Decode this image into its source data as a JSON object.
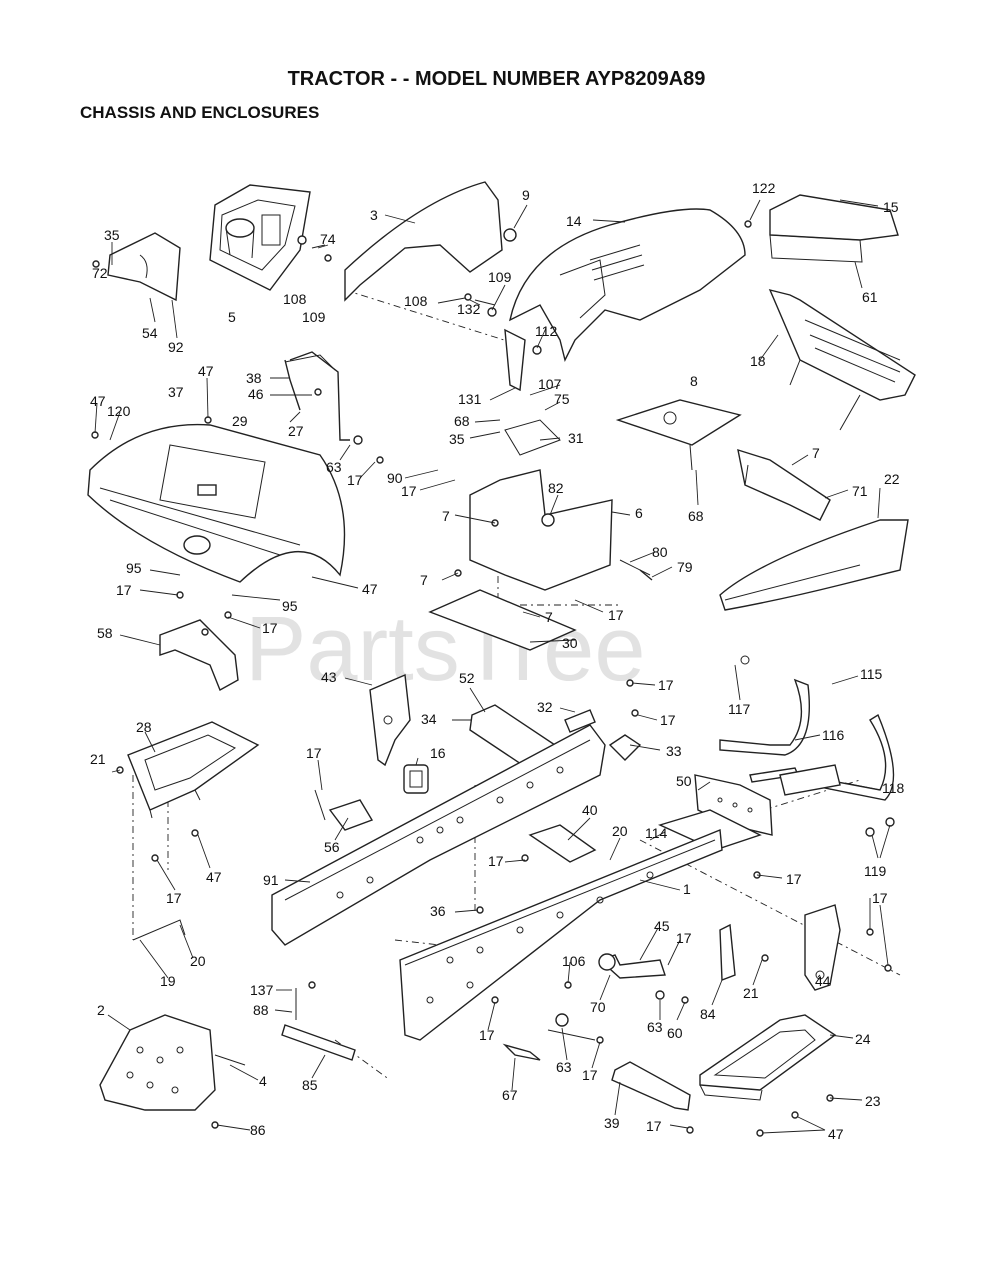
{
  "header": {
    "title": "TRACTOR - - MODEL NUMBER AYP8209A89",
    "subtitle": "CHASSIS AND ENCLOSURES"
  },
  "watermark": "PartsTree",
  "callouts": [
    {
      "id": "c9",
      "text": "9"
    },
    {
      "id": "c3",
      "text": "3"
    },
    {
      "id": "c14",
      "text": "14"
    },
    {
      "id": "c122",
      "text": "122"
    },
    {
      "id": "c15",
      "text": "15"
    },
    {
      "id": "c35a",
      "text": "35"
    },
    {
      "id": "c74",
      "text": "74"
    },
    {
      "id": "c72",
      "text": "72"
    },
    {
      "id": "c108a",
      "text": "108"
    },
    {
      "id": "c109a",
      "text": "109"
    },
    {
      "id": "c54",
      "text": "54"
    },
    {
      "id": "c5",
      "text": "5"
    },
    {
      "id": "c92",
      "text": "92"
    },
    {
      "id": "c109b",
      "text": "109"
    },
    {
      "id": "c108b",
      "text": "108"
    },
    {
      "id": "c132",
      "text": "132"
    },
    {
      "id": "c61",
      "text": "61"
    },
    {
      "id": "c112",
      "text": "112"
    },
    {
      "id": "c18",
      "text": "18"
    },
    {
      "id": "c47a",
      "text": "47"
    },
    {
      "id": "c38",
      "text": "38"
    },
    {
      "id": "c107",
      "text": "107"
    },
    {
      "id": "c131",
      "text": "131"
    },
    {
      "id": "c8",
      "text": "8"
    },
    {
      "id": "c37",
      "text": "37"
    },
    {
      "id": "c46",
      "text": "46"
    },
    {
      "id": "c75",
      "text": "75"
    },
    {
      "id": "c47b",
      "text": "47"
    },
    {
      "id": "c120",
      "text": "120"
    },
    {
      "id": "c29",
      "text": "29"
    },
    {
      "id": "c27",
      "text": "27"
    },
    {
      "id": "c68a",
      "text": "68"
    },
    {
      "id": "c35b",
      "text": "35"
    },
    {
      "id": "c31",
      "text": "31"
    },
    {
      "id": "c7a",
      "text": "7"
    },
    {
      "id": "c63a",
      "text": "63"
    },
    {
      "id": "c17a",
      "text": "17"
    },
    {
      "id": "c90",
      "text": "90"
    },
    {
      "id": "c17b",
      "text": "17"
    },
    {
      "id": "c22",
      "text": "22"
    },
    {
      "id": "c82",
      "text": "82"
    },
    {
      "id": "c71",
      "text": "71"
    },
    {
      "id": "c7b",
      "text": "7"
    },
    {
      "id": "c6",
      "text": "6"
    },
    {
      "id": "c68b",
      "text": "68"
    },
    {
      "id": "c80",
      "text": "80"
    },
    {
      "id": "c79",
      "text": "79"
    },
    {
      "id": "c95a",
      "text": "95"
    },
    {
      "id": "c7c",
      "text": "7"
    },
    {
      "id": "c47c",
      "text": "47"
    },
    {
      "id": "c17c",
      "text": "17"
    },
    {
      "id": "c95b",
      "text": "95"
    },
    {
      "id": "c17d",
      "text": "17"
    },
    {
      "id": "c7d",
      "text": "7"
    },
    {
      "id": "c17e",
      "text": "17"
    },
    {
      "id": "c30",
      "text": "30"
    },
    {
      "id": "c58",
      "text": "58"
    },
    {
      "id": "c115",
      "text": "115"
    },
    {
      "id": "c43",
      "text": "43"
    },
    {
      "id": "c52",
      "text": "52"
    },
    {
      "id": "c17f",
      "text": "17"
    },
    {
      "id": "c117",
      "text": "117"
    },
    {
      "id": "c32",
      "text": "32"
    },
    {
      "id": "c34",
      "text": "34"
    },
    {
      "id": "c17g",
      "text": "17"
    },
    {
      "id": "c28",
      "text": "28"
    },
    {
      "id": "c116",
      "text": "116"
    },
    {
      "id": "c33",
      "text": "33"
    },
    {
      "id": "c21a",
      "text": "21"
    },
    {
      "id": "c17h",
      "text": "17"
    },
    {
      "id": "c16",
      "text": "16"
    },
    {
      "id": "c50",
      "text": "50"
    },
    {
      "id": "c118",
      "text": "118"
    },
    {
      "id": "c40",
      "text": "40"
    },
    {
      "id": "c114",
      "text": "114"
    },
    {
      "id": "c20a",
      "text": "20"
    },
    {
      "id": "c56",
      "text": "56"
    },
    {
      "id": "c47d",
      "text": "47"
    },
    {
      "id": "c119",
      "text": "119"
    },
    {
      "id": "c17i",
      "text": "17"
    },
    {
      "id": "c17j",
      "text": "17"
    },
    {
      "id": "c91",
      "text": "91"
    },
    {
      "id": "c1",
      "text": "1"
    },
    {
      "id": "c17k",
      "text": "17"
    },
    {
      "id": "c17l",
      "text": "17"
    },
    {
      "id": "c36",
      "text": "36"
    },
    {
      "id": "c45",
      "text": "45"
    },
    {
      "id": "c17m",
      "text": "17"
    },
    {
      "id": "c20b",
      "text": "20"
    },
    {
      "id": "c19",
      "text": "19"
    },
    {
      "id": "c106",
      "text": "106"
    },
    {
      "id": "c44",
      "text": "44"
    },
    {
      "id": "c137",
      "text": "137"
    },
    {
      "id": "c21b",
      "text": "21"
    },
    {
      "id": "c88",
      "text": "88"
    },
    {
      "id": "c70",
      "text": "70"
    },
    {
      "id": "c84",
      "text": "84"
    },
    {
      "id": "c2",
      "text": "2"
    },
    {
      "id": "c63b",
      "text": "63"
    },
    {
      "id": "c60",
      "text": "60"
    },
    {
      "id": "c17n",
      "text": "17"
    },
    {
      "id": "c24",
      "text": "24"
    },
    {
      "id": "c4",
      "text": "4"
    },
    {
      "id": "c63c",
      "text": "63"
    },
    {
      "id": "c85",
      "text": "85"
    },
    {
      "id": "c17o",
      "text": "17"
    },
    {
      "id": "c67",
      "text": "67"
    },
    {
      "id": "c23",
      "text": "23"
    },
    {
      "id": "c86",
      "text": "86"
    },
    {
      "id": "c39",
      "text": "39"
    },
    {
      "id": "c17p",
      "text": "17"
    },
    {
      "id": "c47e",
      "text": "47"
    }
  ]
}
